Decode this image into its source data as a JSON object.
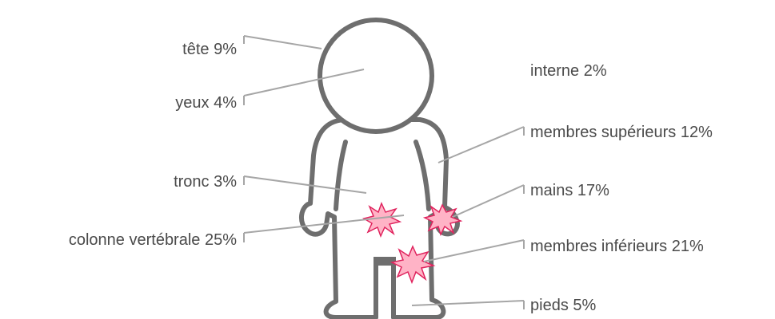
{
  "labels": {
    "tete": "tête 9%",
    "yeux": "yeux 4%",
    "tronc": "tronc 3%",
    "colonne": "colonne vertébrale 25%",
    "interne": "interne 2%",
    "membres_sup": "membres supérieurs 12%",
    "mains": "mains 17%",
    "membres_inf": "membres inférieurs 21%",
    "pieds": "pieds 5%"
  },
  "colors": {
    "outline": "#6e6e6e",
    "leader": "#a6a6a6",
    "text": "#4a4a4a",
    "injury_fill": "#ffb3c6",
    "injury_stroke": "#e0245e"
  },
  "injury_markers": [
    "spine",
    "right-hand",
    "lower-limb"
  ]
}
